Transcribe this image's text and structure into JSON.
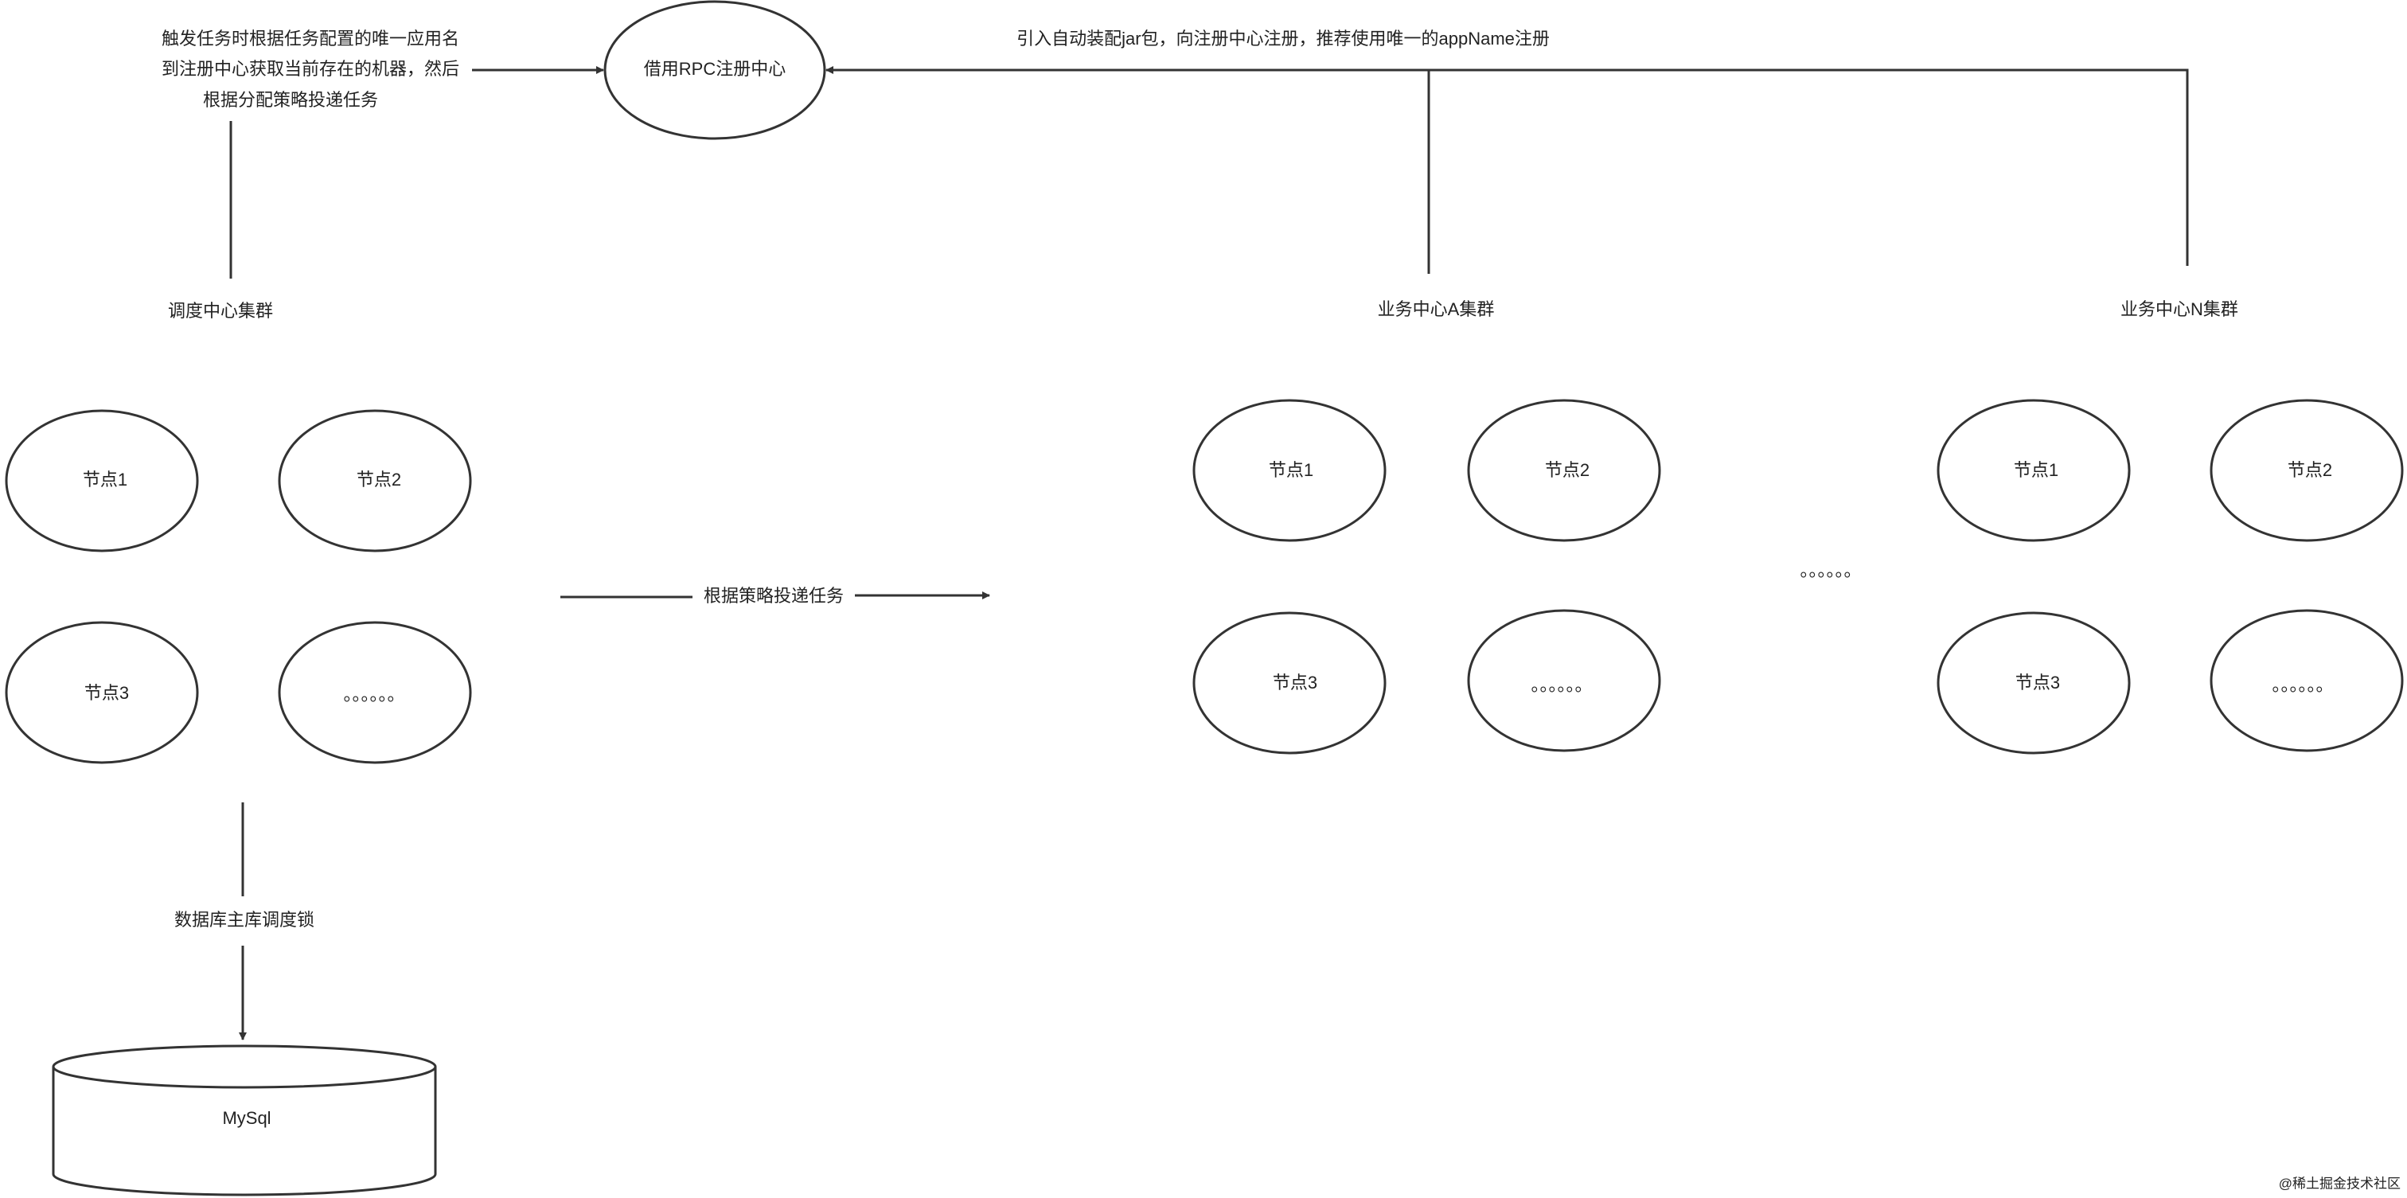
{
  "diagram": {
    "registry": {
      "label": "借用RPC注册中心"
    },
    "scheduler_note": {
      "lines": [
        "触发任务时根据任务配置的唯一应用名",
        "到注册中心获取当前存在的机器，然后",
        "根据分配策略投递任务"
      ]
    },
    "business_note": {
      "label": "引入自动装配jar包，向注册中心注册，推荐使用唯一的appName注册"
    },
    "scheduler_cluster": {
      "title": "调度中心集群",
      "nodes": [
        "节点1",
        "节点2",
        "节点3",
        "。。。。。。"
      ]
    },
    "dispatch_arrow": {
      "label": "根据策略投递任务"
    },
    "business_a_cluster": {
      "title": "业务中心A集群",
      "nodes": [
        "节点1",
        "节点2",
        "节点3",
        "。。。。。。"
      ]
    },
    "between_clusters_ellipsis": "。。。。。。",
    "business_n_cluster": {
      "title": "业务中心N集群",
      "nodes": [
        "节点1",
        "节点2",
        "节点3",
        "。。。。。。"
      ]
    },
    "db_lock_arrow": {
      "label": "数据库主库调度锁"
    },
    "database": {
      "label": "MySql"
    }
  },
  "watermark": "@稀土掘金技术社区",
  "colors": {
    "line": "#333333",
    "background": "#ffffff",
    "watermark": "#b4b4b4"
  }
}
